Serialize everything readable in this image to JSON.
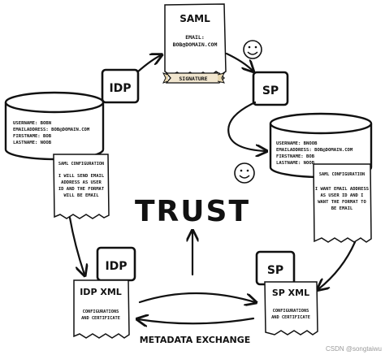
{
  "title": "TRUST",
  "saml_document": {
    "heading": "SAML",
    "email_line1": "EMAIL:",
    "email_line2": "BOB@DOMAIN.COM",
    "signature": "SIGNATURE"
  },
  "idp_box_top": "IDP",
  "sp_box_top": "SP",
  "idp_user_store": {
    "line1": "USERNAME: BOBN",
    "line2": "EMAILADDRESS: BOB@DOMAIN.COM",
    "line3": "FIRSTNAME: BOB",
    "line4": "LASTNAME: NOOB"
  },
  "sp_user_store": {
    "line1": "USERNAME: BNOOB",
    "line2": "EMAILADDRESS: BOB@DOMAIN.COM",
    "line3": "FIRSTNAME: BOB",
    "line4": "LASTNAME: NOOB"
  },
  "idp_saml_config": {
    "heading": "SAML CONFIGURATION",
    "line1": "I WILL SEND EMAIL",
    "line2": "ADDRESS AS USER",
    "line3": "ID AND THE FORMAT",
    "line4": "WILL BE EMAIL"
  },
  "sp_saml_config": {
    "heading": "SAML CONFIGURATION",
    "line1": "I WANT EMAIL ADDRESS",
    "line2": "AS USER ID AND I",
    "line3": "WANT THE FORMAT TO",
    "line4": "BE EMAIL"
  },
  "idp_box_bottom": "IDP",
  "sp_box_bottom": "SP",
  "idp_xml": {
    "heading": "IDP XML",
    "line1": "CONFIGURATIONS",
    "line2": "AND CERTIFICATE"
  },
  "sp_xml": {
    "heading": "SP XML",
    "line1": "CONFIGURATIONS",
    "line2": "AND CERTIFICATE"
  },
  "metadata_exchange": "METADATA EXCHANGE",
  "watermark": "CSDN @songtaiwu"
}
